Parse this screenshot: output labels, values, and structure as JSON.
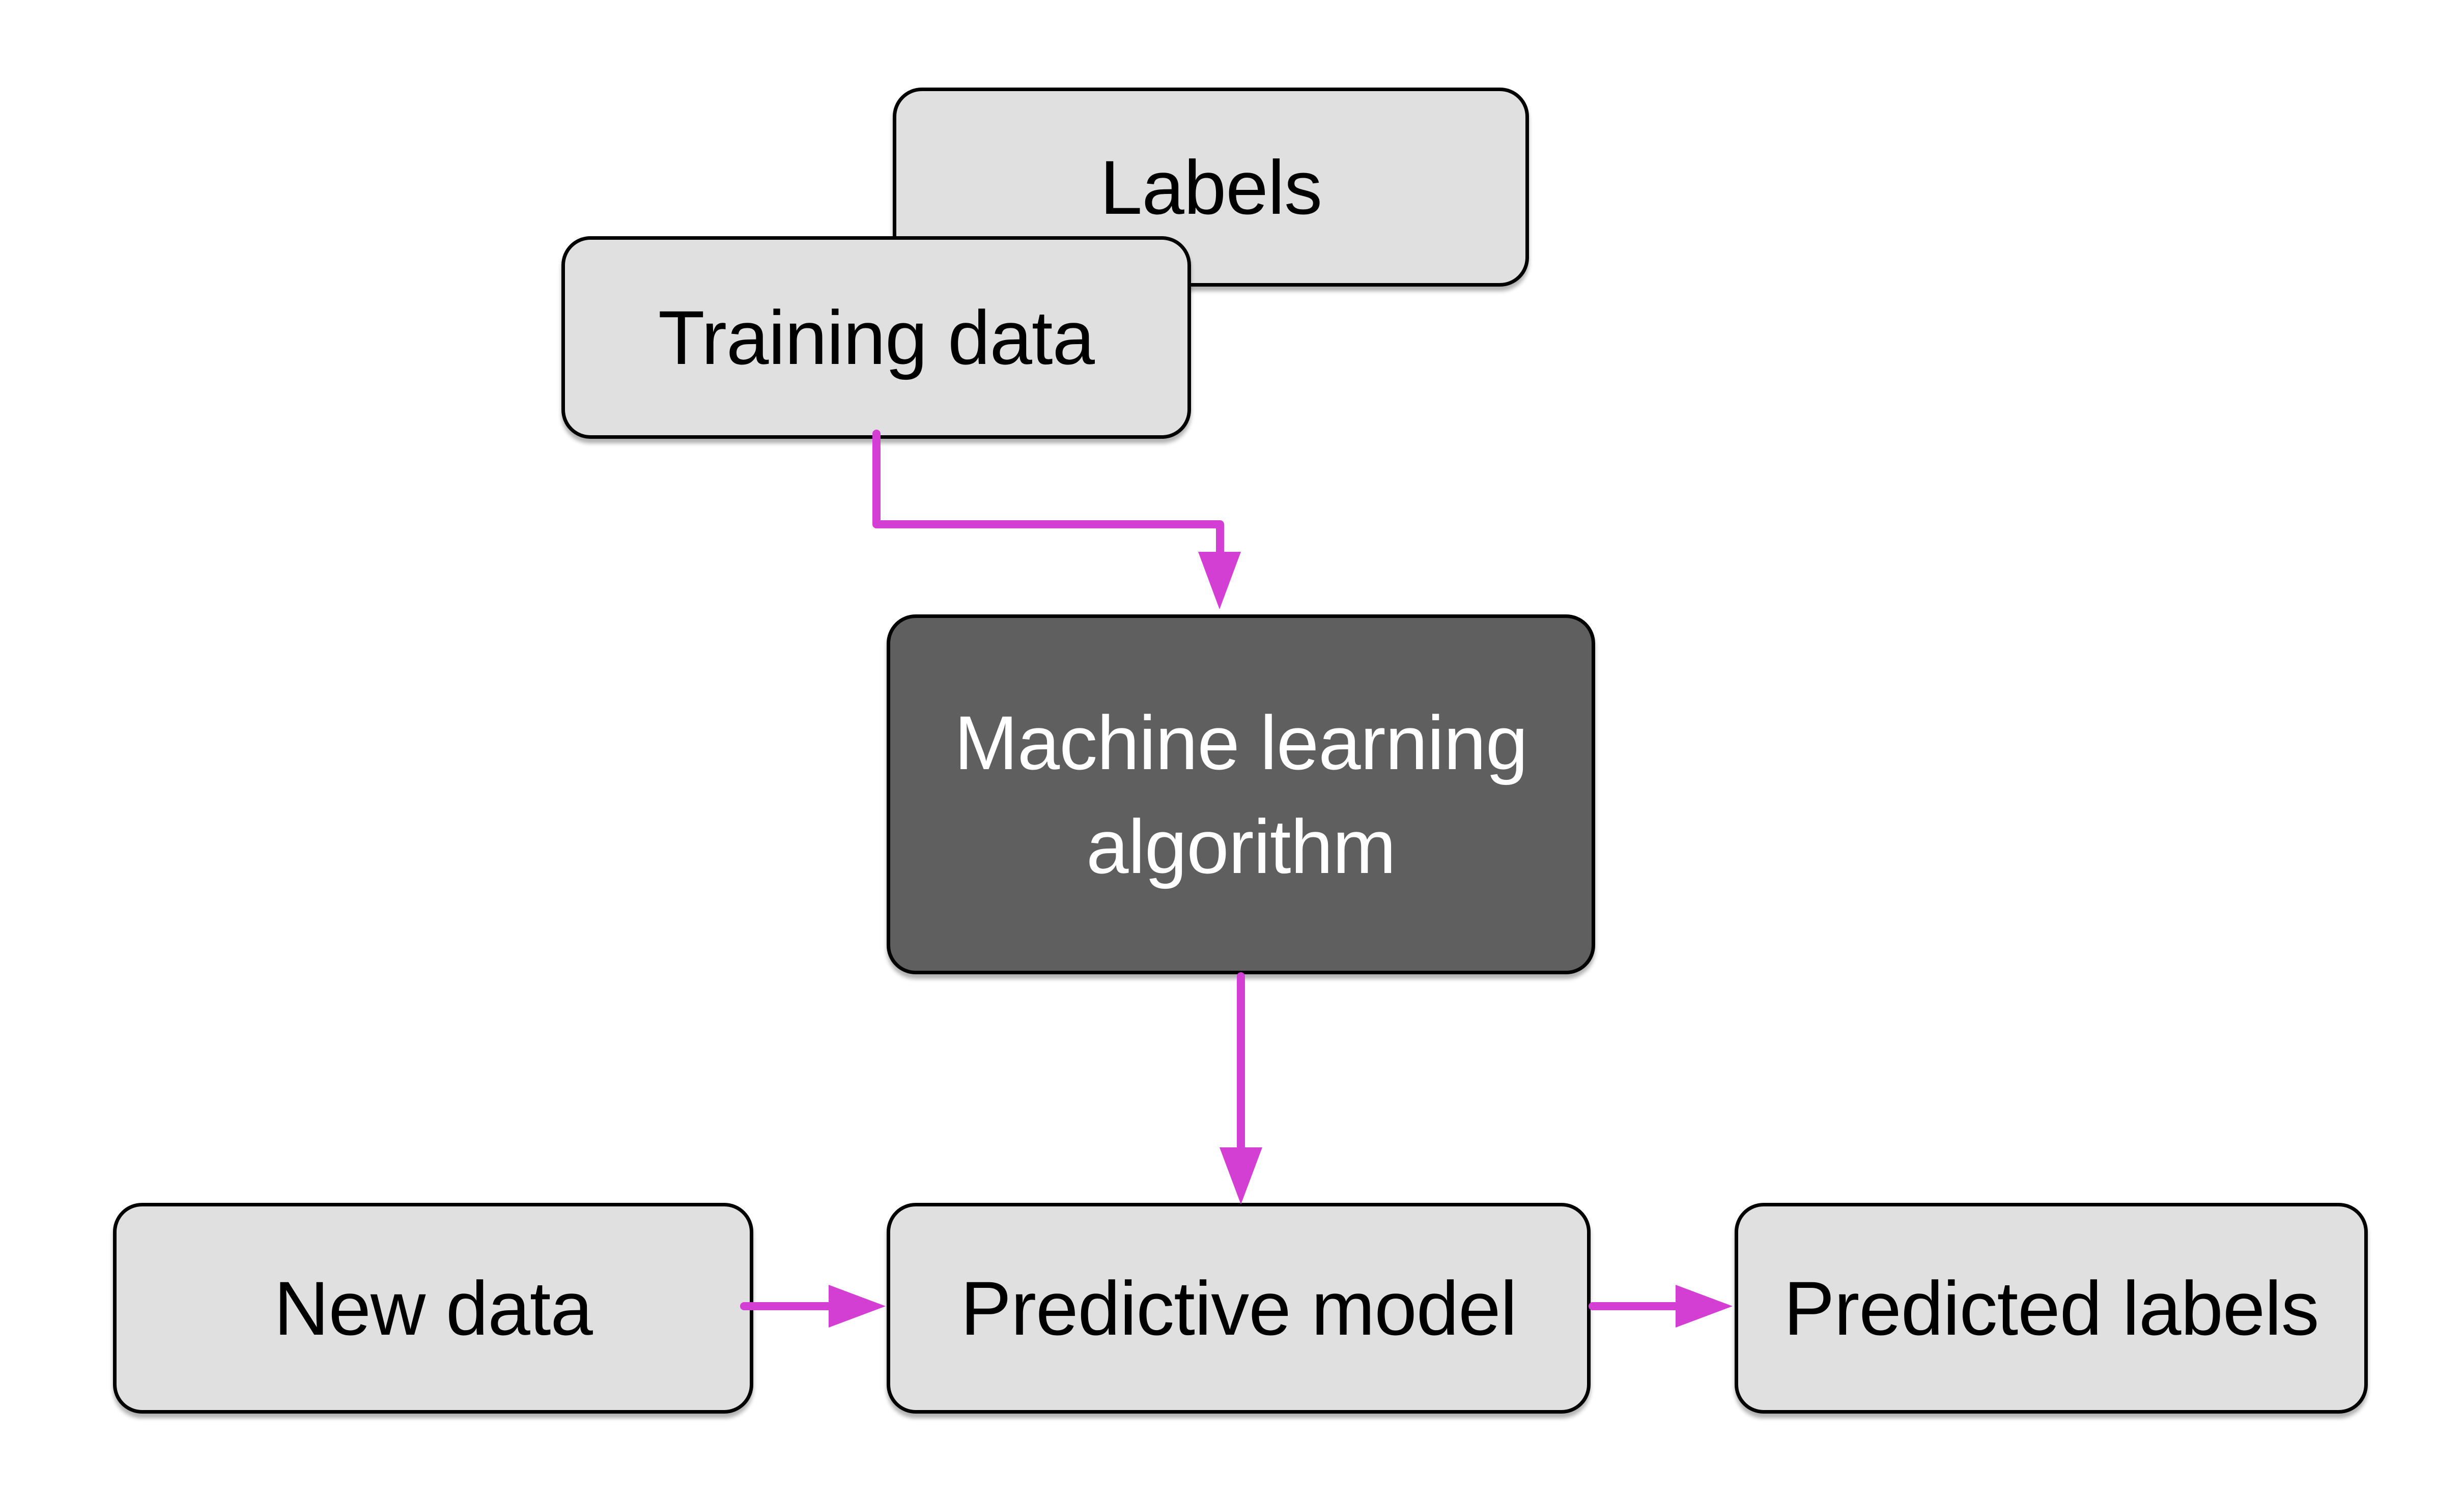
{
  "colors": {
    "background": "#FFFFFF",
    "node_fill_light": "#E0E0E0",
    "node_fill_dark": "#5F5F5F",
    "node_border": "#000000",
    "node_text_dark": "#000000",
    "node_text_light": "#FFFFFF",
    "arrow": "#D33ED3"
  },
  "nodes": {
    "labels": {
      "label": "Labels",
      "variant": "light"
    },
    "training_data": {
      "label": "Training data",
      "variant": "light"
    },
    "ml_algorithm": {
      "label": "Machine learning algorithm",
      "variant": "dark"
    },
    "new_data": {
      "label": "New data",
      "variant": "light"
    },
    "predictive_model": {
      "label": "Predictive model",
      "variant": "light"
    },
    "predicted_labels": {
      "label": "Predicted labels",
      "variant": "light"
    }
  },
  "edges": [
    {
      "from": "training_data",
      "to": "ml_algorithm",
      "style": "elbow-down-right-down"
    },
    {
      "from": "ml_algorithm",
      "to": "predictive_model",
      "style": "straight-down"
    },
    {
      "from": "new_data",
      "to": "predictive_model",
      "style": "straight-right"
    },
    {
      "from": "predictive_model",
      "to": "predicted_labels",
      "style": "straight-right"
    }
  ]
}
